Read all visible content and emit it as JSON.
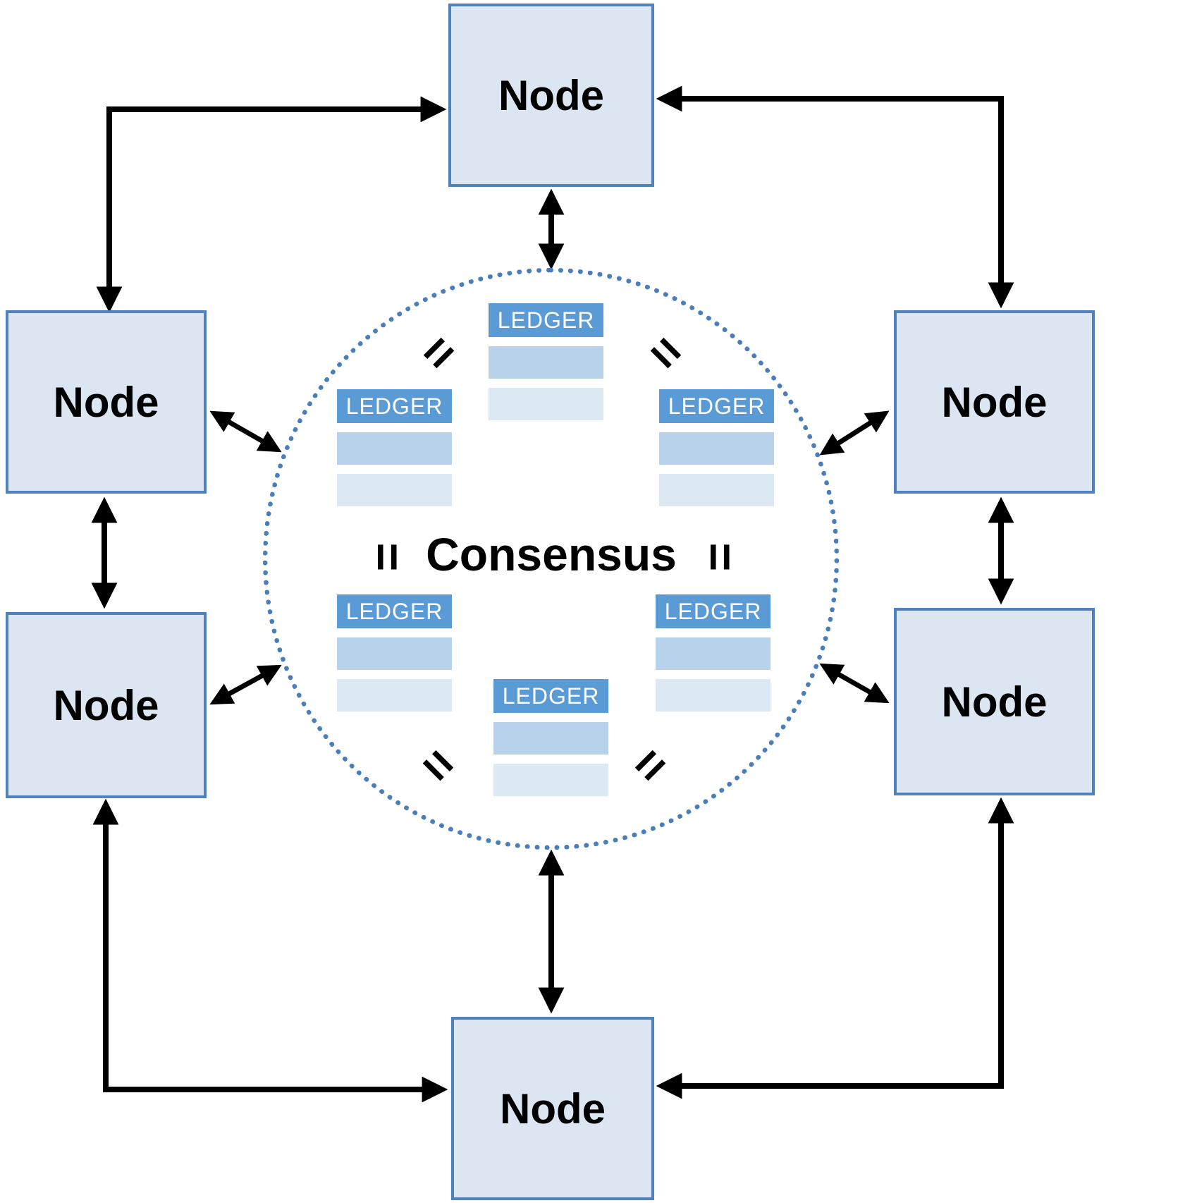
{
  "diagram": {
    "center_label": "Consensus",
    "equals_symbol": "=",
    "nodes": [
      {
        "position": "top",
        "label": "Node"
      },
      {
        "position": "upper-left",
        "label": "Node"
      },
      {
        "position": "upper-right",
        "label": "Node"
      },
      {
        "position": "lower-left",
        "label": "Node"
      },
      {
        "position": "lower-right",
        "label": "Node"
      },
      {
        "position": "bottom",
        "label": "Node"
      }
    ],
    "ledgers": [
      {
        "position": "top",
        "label": "LEDGER"
      },
      {
        "position": "upper-left",
        "label": "LEDGER"
      },
      {
        "position": "upper-right",
        "label": "LEDGER"
      },
      {
        "position": "lower-left",
        "label": "LEDGER"
      },
      {
        "position": "lower-right",
        "label": "LEDGER"
      },
      {
        "position": "bottom",
        "label": "LEDGER"
      }
    ],
    "colors": {
      "node_fill": "#dce6f2",
      "node_border": "#4f81bd",
      "ledger_header": "#5b9bd5",
      "ledger_row_medium": "#b8d2ec",
      "ledger_row_light": "#dde8f5",
      "circle_border": "#4a7ebb",
      "arrow": "#000000",
      "text": "#000000"
    }
  }
}
